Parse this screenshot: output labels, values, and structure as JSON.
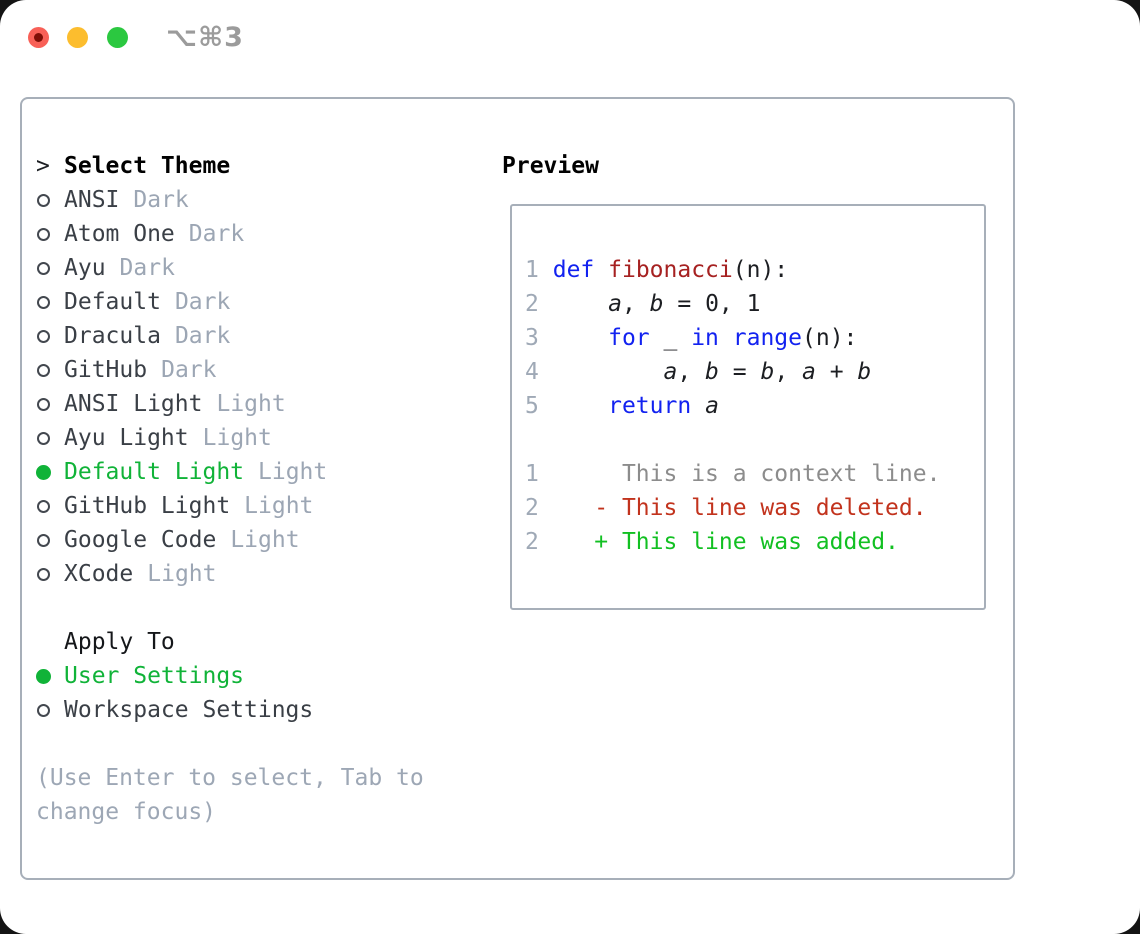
{
  "colors": {
    "accent_green": "#10b338",
    "keyword_blue": "#1222f0",
    "function_red": "#a62121",
    "deleted_red": "#c2331d",
    "added_green": "#12c022",
    "context_gray": "#8c8c8c",
    "muted_gray": "#9ca6b4",
    "panel_border": "#a7afb9",
    "traffic_red": "#f86057",
    "traffic_yellow": "#fcbd2e",
    "traffic_green": "#2bc840"
  },
  "window": {
    "title": "⌥⌘3"
  },
  "theme_picker": {
    "header": {
      "cursor": ">",
      "label": "Select Theme"
    },
    "themes": [
      {
        "name": "ANSI",
        "variant": "Dark",
        "selected": false
      },
      {
        "name": "Atom One",
        "variant": "Dark",
        "selected": false
      },
      {
        "name": "Ayu",
        "variant": "Dark",
        "selected": false
      },
      {
        "name": "Default",
        "variant": "Dark",
        "selected": false
      },
      {
        "name": "Dracula",
        "variant": "Dark",
        "selected": false
      },
      {
        "name": "GitHub",
        "variant": "Dark",
        "selected": false
      },
      {
        "name": "ANSI Light",
        "variant": "Light",
        "selected": false
      },
      {
        "name": "Ayu Light",
        "variant": "Light",
        "selected": false
      },
      {
        "name": "Default Light",
        "variant": "Light",
        "selected": true
      },
      {
        "name": "GitHub Light",
        "variant": "Light",
        "selected": false
      },
      {
        "name": "Google Code",
        "variant": "Light",
        "selected": false
      },
      {
        "name": "XCode",
        "variant": "Light",
        "selected": false
      }
    ],
    "apply_to": {
      "label": "Apply To",
      "options": [
        {
          "label": "User Settings",
          "selected": true
        },
        {
          "label": "Workspace Settings",
          "selected": false
        }
      ]
    },
    "help": {
      "line1": "(Use Enter to select, Tab to",
      "line2": "change focus)"
    }
  },
  "preview": {
    "label": "Preview",
    "lines": [
      [
        {
          "t": "1",
          "c": "num"
        },
        {
          "t": " ",
          "c": "pl"
        },
        {
          "t": "def",
          "c": "kw"
        },
        {
          "t": " ",
          "c": "pl"
        },
        {
          "t": "fibonacci",
          "c": "fn"
        },
        {
          "t": "(n):",
          "c": "pl"
        }
      ],
      [
        {
          "t": "2",
          "c": "num"
        },
        {
          "t": "     ",
          "c": "pl"
        },
        {
          "t": "a",
          "c": "var"
        },
        {
          "t": ", ",
          "c": "pl"
        },
        {
          "t": "b",
          "c": "var"
        },
        {
          "t": " = 0, 1",
          "c": "pl"
        }
      ],
      [
        {
          "t": "3",
          "c": "num"
        },
        {
          "t": "     ",
          "c": "pl"
        },
        {
          "t": "for",
          "c": "kw"
        },
        {
          "t": " _ ",
          "c": "pl"
        },
        {
          "t": "in",
          "c": "kw"
        },
        {
          "t": " ",
          "c": "pl"
        },
        {
          "t": "range",
          "c": "kw"
        },
        {
          "t": "(n):",
          "c": "pl"
        }
      ],
      [
        {
          "t": "4",
          "c": "num"
        },
        {
          "t": "         ",
          "c": "pl"
        },
        {
          "t": "a",
          "c": "var"
        },
        {
          "t": ", ",
          "c": "pl"
        },
        {
          "t": "b",
          "c": "var"
        },
        {
          "t": " = ",
          "c": "pl"
        },
        {
          "t": "b",
          "c": "var"
        },
        {
          "t": ", ",
          "c": "pl"
        },
        {
          "t": "a",
          "c": "var"
        },
        {
          "t": " + ",
          "c": "pl"
        },
        {
          "t": "b",
          "c": "var"
        }
      ],
      [
        {
          "t": "5",
          "c": "num"
        },
        {
          "t": "     ",
          "c": "pl"
        },
        {
          "t": "return",
          "c": "kw"
        },
        {
          "t": " ",
          "c": "pl"
        },
        {
          "t": "a",
          "c": "var"
        }
      ],
      [
        {
          "t": "",
          "c": "pl"
        }
      ],
      [
        {
          "t": "1",
          "c": "num"
        },
        {
          "t": "      ",
          "c": "pl"
        },
        {
          "t": "This is a context line.",
          "c": "ctx"
        }
      ],
      [
        {
          "t": "2",
          "c": "num"
        },
        {
          "t": "    ",
          "c": "pl"
        },
        {
          "t": "- This line was deleted.",
          "c": "del"
        }
      ],
      [
        {
          "t": "2",
          "c": "num"
        },
        {
          "t": "    ",
          "c": "pl"
        },
        {
          "t": "+ This line was added.",
          "c": "add"
        }
      ]
    ]
  }
}
